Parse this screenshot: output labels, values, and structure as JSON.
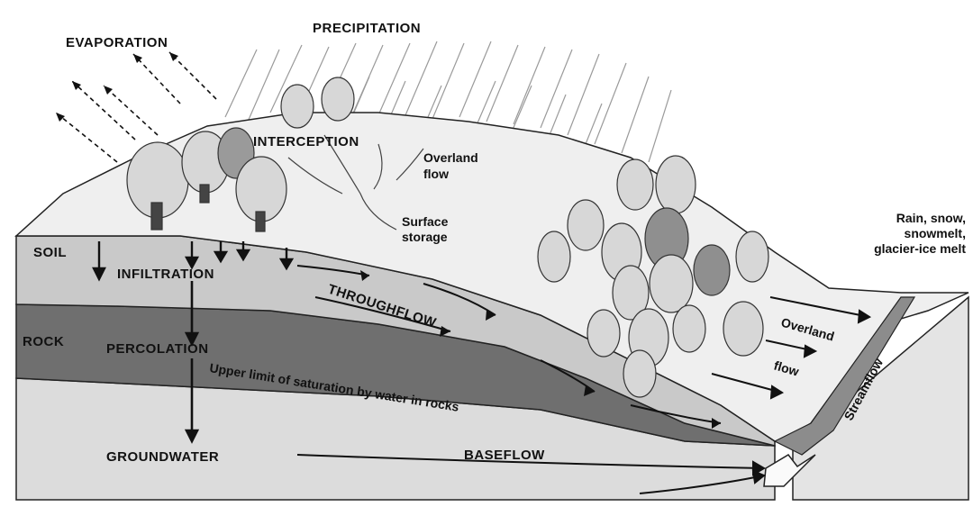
{
  "labels": {
    "precipitation": "PRECIPITATION",
    "evaporation": "EVAPORATION",
    "interception": "INTERCEPTION",
    "overland_flow_top_1": "Overland",
    "overland_flow_top_2": "flow",
    "surface_storage_1": "Surface",
    "surface_storage_2": "storage",
    "soil": "SOIL",
    "infiltration": "INFILTRATION",
    "throughflow": "THROUGHFLOW",
    "rock": "ROCK",
    "percolation": "PERCOLATION",
    "saturation_limit": "Upper limit of saturation by water in rocks",
    "groundwater": "GROUNDWATER",
    "baseflow": "BASEFLOW",
    "overland_flow_right_1": "Overland",
    "overland_flow_right_2": "flow",
    "streamflow": "Streamflow",
    "rain_note_1": "Rain, snow,",
    "rain_note_2": "snowmelt,",
    "rain_note_3": "glacier-ice melt"
  },
  "colors": {
    "soil": "#c9c9c9",
    "rock": "#6f6f6f",
    "groundwater": "#dcdcdc",
    "surface": "#efefef",
    "ink": "#111111"
  }
}
